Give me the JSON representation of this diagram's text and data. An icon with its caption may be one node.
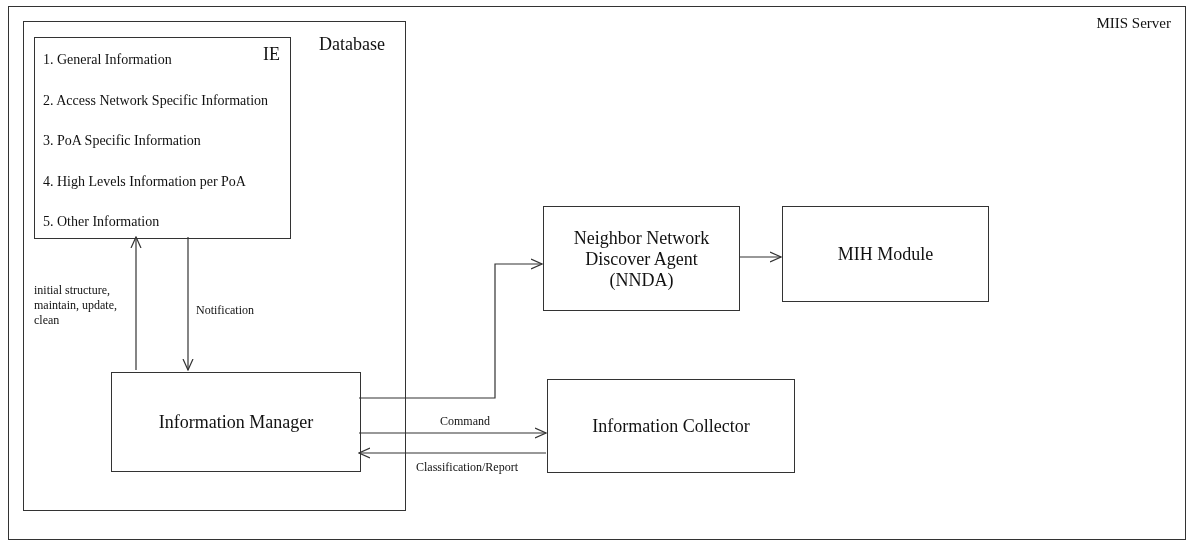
{
  "diagram": {
    "nodes": [
      {
        "text": [
          "MIIS Server"
        ]
      },
      {
        "text": [
          "Database"
        ],
        "in": 0
      },
      {
        "text": [
          "IE",
          "1. General Information",
          "2. Access Network Specific Information",
          "3. PoA Specific Information",
          "4. High Levels Information per PoA",
          "5. Other Information"
        ],
        "in": 1
      },
      {
        "text": [
          "Information Manager"
        ],
        "in": 1
      },
      {
        "text": [
          "Neighbor Network Discover Agent (NNDA)"
        ],
        "in": 0
      },
      {
        "text": [
          "MIH Module"
        ],
        "in": 0
      },
      {
        "text": [
          "Information Collector"
        ],
        "in": 0
      }
    ],
    "edges": [
      {
        "from": 3,
        "to": 2,
        "arrow": "to",
        "label": "initial structure, maintain, update, clean"
      },
      {
        "from": 2,
        "to": 3,
        "arrow": "to",
        "label": "Notification"
      },
      {
        "from": 3,
        "to": 4,
        "arrow": "to"
      },
      {
        "from": 4,
        "to": 5,
        "arrow": "to"
      },
      {
        "from": 3,
        "to": 6,
        "arrow": "to",
        "label": "Command"
      },
      {
        "from": 6,
        "to": 3,
        "arrow": "to",
        "label": "Classification/Report"
      }
    ]
  }
}
